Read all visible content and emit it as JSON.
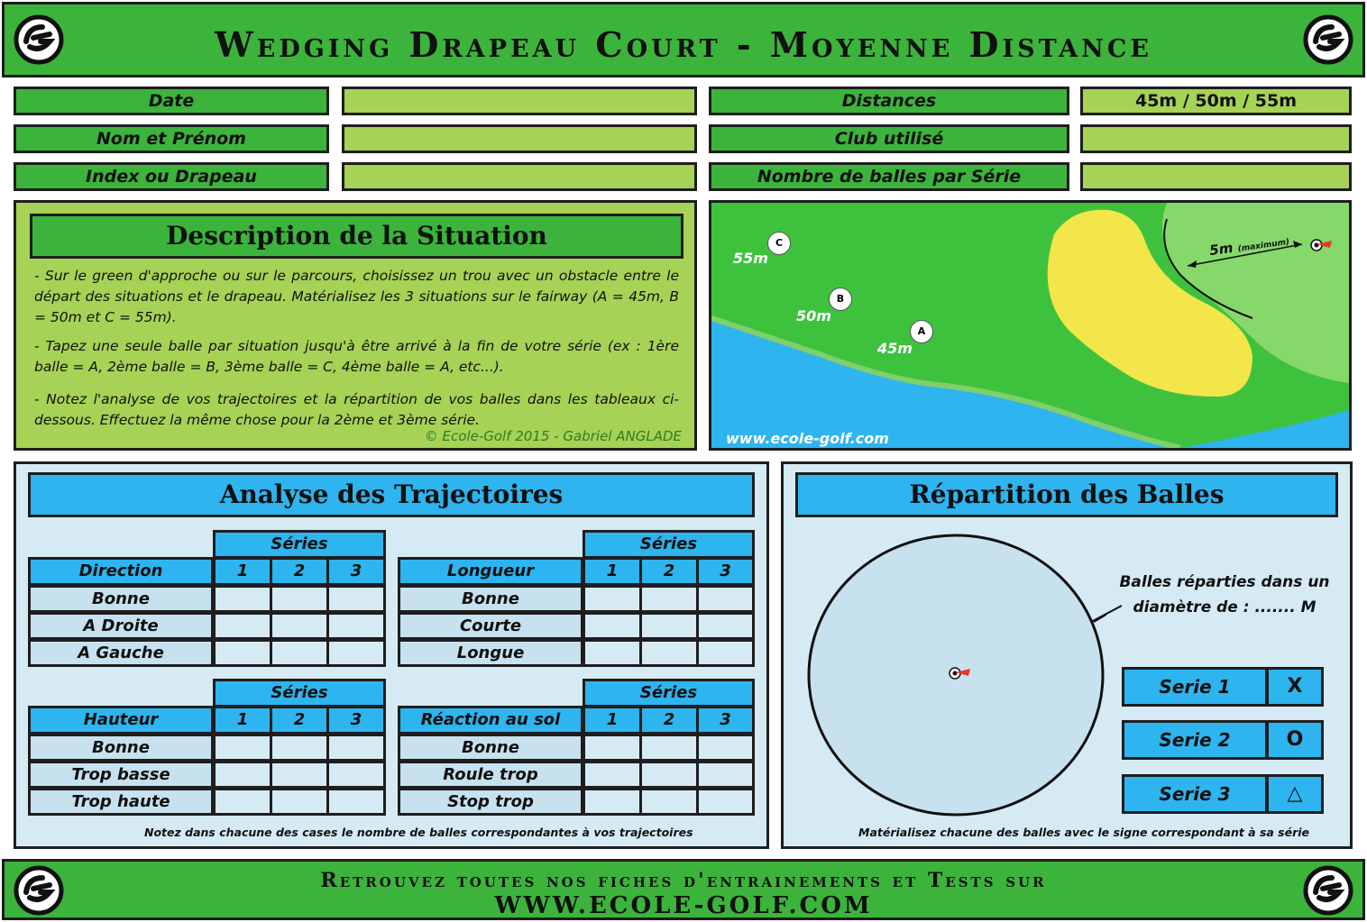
{
  "header": {
    "title": "Wedging Drapeau Court - Moyenne Distance"
  },
  "form": {
    "left": [
      {
        "label": "Date",
        "value": ""
      },
      {
        "label": "Nom et Prénom",
        "value": ""
      },
      {
        "label": "Index ou Drapeau",
        "value": ""
      }
    ],
    "right": [
      {
        "label": "Distances",
        "value": "45m / 50m / 55m"
      },
      {
        "label": "Club utilisé",
        "value": ""
      },
      {
        "label": "Nombre de balles par Série",
        "value": ""
      }
    ]
  },
  "description": {
    "title": "Description de la Situation",
    "p1": "- Sur le green d'approche ou sur le parcours, choisissez un trou avec un obstacle entre le départ des situations et le drapeau. Matérialisez les 3 situations sur le fairway (A = 45m, B = 50m et C = 55m).",
    "p2": "- Tapez une seule balle par situation jusqu'à être arrivé à la fin de votre série (ex : 1ère balle = A, 2ème balle = B, 3ème balle = C, 4ème balle = A, etc...).",
    "p3": "- Notez l'analyse de vos trajectoires et la répartition de vos balles dans les tableaux ci-dessous. Effectuez la même chose pour la 2ème et 3ème série.",
    "copyright": "© Ecole-Golf 2015 - Gabriel ANGLADE"
  },
  "map": {
    "points": [
      {
        "letter": "C",
        "distance": "55m"
      },
      {
        "letter": "B",
        "distance": "50m"
      },
      {
        "letter": "A",
        "distance": "45m"
      }
    ],
    "flag_distance": "5m",
    "flag_note": "(maximum)",
    "website": "www.ecole-golf.com",
    "colors": {
      "fairway": "#3ec23e",
      "green": "#86d86a",
      "bunker": "#f2e64a",
      "water": "#2eb4ee"
    }
  },
  "analyse": {
    "title": "Analyse des Trajectoires",
    "series_label": "Séries",
    "series_numbers": [
      "1",
      "2",
      "3"
    ],
    "tables": [
      {
        "header": "Direction",
        "rows": [
          "Bonne",
          "A Droite",
          "A Gauche"
        ]
      },
      {
        "header": "Longueur",
        "rows": [
          "Bonne",
          "Courte",
          "Longue"
        ]
      },
      {
        "header": "Hauteur",
        "rows": [
          "Bonne",
          "Trop basse",
          "Trop haute"
        ]
      },
      {
        "header": "Réaction au sol",
        "rows": [
          "Bonne",
          "Roule trop",
          "Stop trop"
        ]
      }
    ],
    "note": "Notez dans chacune des cases le nombre de balles correspondantes à vos trajectoires"
  },
  "repartition": {
    "title": "Répartition des Balles",
    "diameter_line1": "Balles réparties dans un",
    "diameter_line2": "diamètre de : ....... M",
    "series": [
      {
        "label": "Serie 1",
        "symbol": "X"
      },
      {
        "label": "Serie 2",
        "symbol": "O"
      },
      {
        "label": "Serie 3",
        "symbol": "△"
      }
    ],
    "note": "Matérialisez chacune des balles avec le signe correspondant à sa série"
  },
  "footer": {
    "line1": "Retrouvez toutes nos fiches d'entrainements et Tests sur",
    "line2": "WWW.ECOLE-GOLF.COM"
  }
}
